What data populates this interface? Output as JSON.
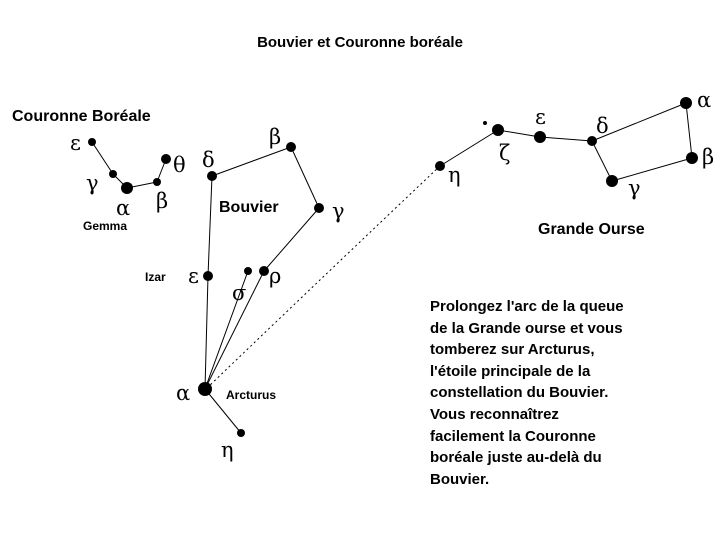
{
  "title": "Bouvier et Couronne boréale",
  "constellations": {
    "corona": "Couronne Boréale",
    "bootes": "Bouvier",
    "ursa": "Grande Ourse"
  },
  "stars": {
    "gemma": "Gemma",
    "izar": "Izar",
    "arcturus": "Arcturus"
  },
  "greek": {
    "alpha": "α",
    "beta": "β",
    "gamma": "γ",
    "delta": "δ",
    "epsilon": "ε",
    "zeta": "ζ",
    "eta": "η",
    "theta": "θ",
    "rho": "ρ",
    "sigma": "σ"
  },
  "note_lines": [
    "Prolongez l'arc de la queue",
    "de la Grande ourse et vous",
    "tomberez sur Arcturus,",
    "l'étoile principale de la",
    "constellation du Bouvier.",
    "Vous reconnaîtrez",
    "facilement la Couronne",
    "boréale juste au-delà du",
    "Bouvier."
  ]
}
